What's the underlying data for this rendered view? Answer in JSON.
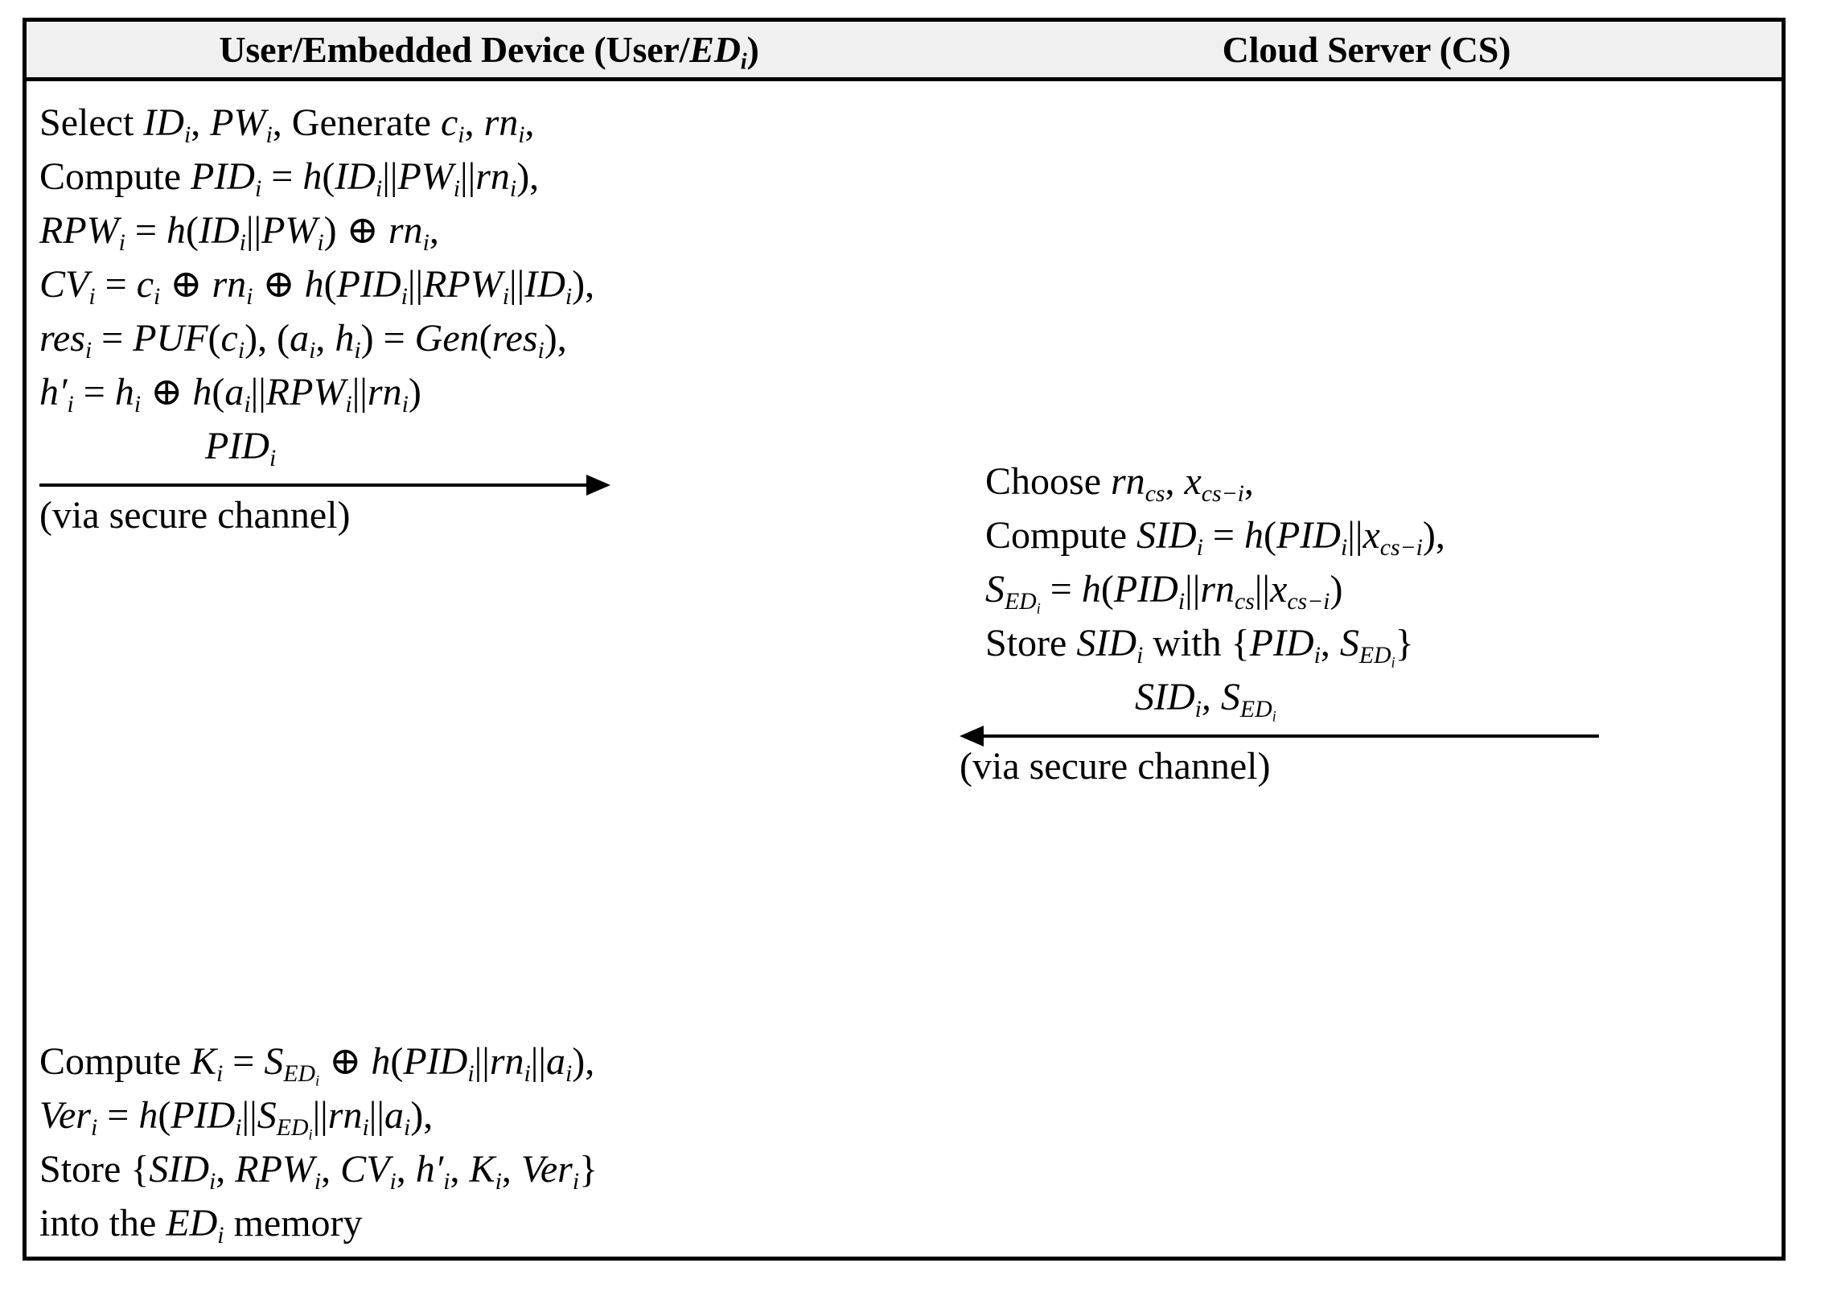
{
  "figure": {
    "type": "protocol-message-sequence-table",
    "columns": [
      {
        "id": "user-ed",
        "label": "User/Embedded Device (User/EDi)"
      },
      {
        "id": "cloud-server",
        "label": "Cloud Server (CS)"
      }
    ]
  },
  "header": {
    "left_plain": "User/Embedded Device (User/",
    "left_italic": "ED",
    "left_sub": "i",
    "left_close": ")",
    "right": "Cloud Server (CS)"
  },
  "user_column": {
    "lines": [
      {
        "id": "select-line",
        "text": "Select IDi, PWi, Generate ci, rni,"
      },
      {
        "id": "compute-pid",
        "text": "Compute PIDi = h(IDi||PWi||rni),"
      },
      {
        "id": "rpw",
        "text": "RPWi = h(IDi||PWi) ⊕ rni,"
      },
      {
        "id": "cv",
        "text": "CVi = ci ⊕ rni ⊕ h(PIDi||RPWi||IDi),"
      },
      {
        "id": "res",
        "text": "resi = PUF(ci), (ai, hi) = Gen(resi),"
      },
      {
        "id": "hprime",
        "text": "h'i = hi ⊕ h(ai||RPWi||rni)"
      }
    ],
    "lines_bottom": [
      {
        "id": "compute-k",
        "text": "Compute Ki = SEDi ⊕ h(PIDi||rni||ai),"
      },
      {
        "id": "ver",
        "text": "Veri = h(PIDi||SEDi||rni||ai),"
      },
      {
        "id": "store",
        "text": "Store {SIDi, RPWi, CVi, h'i, Ki, Veri}"
      },
      {
        "id": "into-memory",
        "text": "into the EDi memory"
      }
    ]
  },
  "server_column": {
    "lines": [
      {
        "id": "choose",
        "text": "Choose rncs, xcs-i,"
      },
      {
        "id": "compute-sid",
        "text": "Compute SIDi = h(PIDi||xcs-i),"
      },
      {
        "id": "sed",
        "text": "SEDi = h(PIDi||rncs||xcs-i)"
      },
      {
        "id": "store-sid",
        "text": "Store SIDi with {PIDi, SEDi}"
      }
    ]
  },
  "messages": [
    {
      "id": "msg-pid",
      "direction": "user-to-server",
      "label": "PIDi",
      "note": "(via secure channel)"
    },
    {
      "id": "msg-sid-sed",
      "direction": "server-to-user",
      "label": "SIDi, SEDi",
      "note": "(via secure channel)"
    }
  ],
  "colors": {
    "border": "#000000",
    "header_background": "#f0f0f0",
    "text": "#000000",
    "page_background": "#ffffff"
  }
}
